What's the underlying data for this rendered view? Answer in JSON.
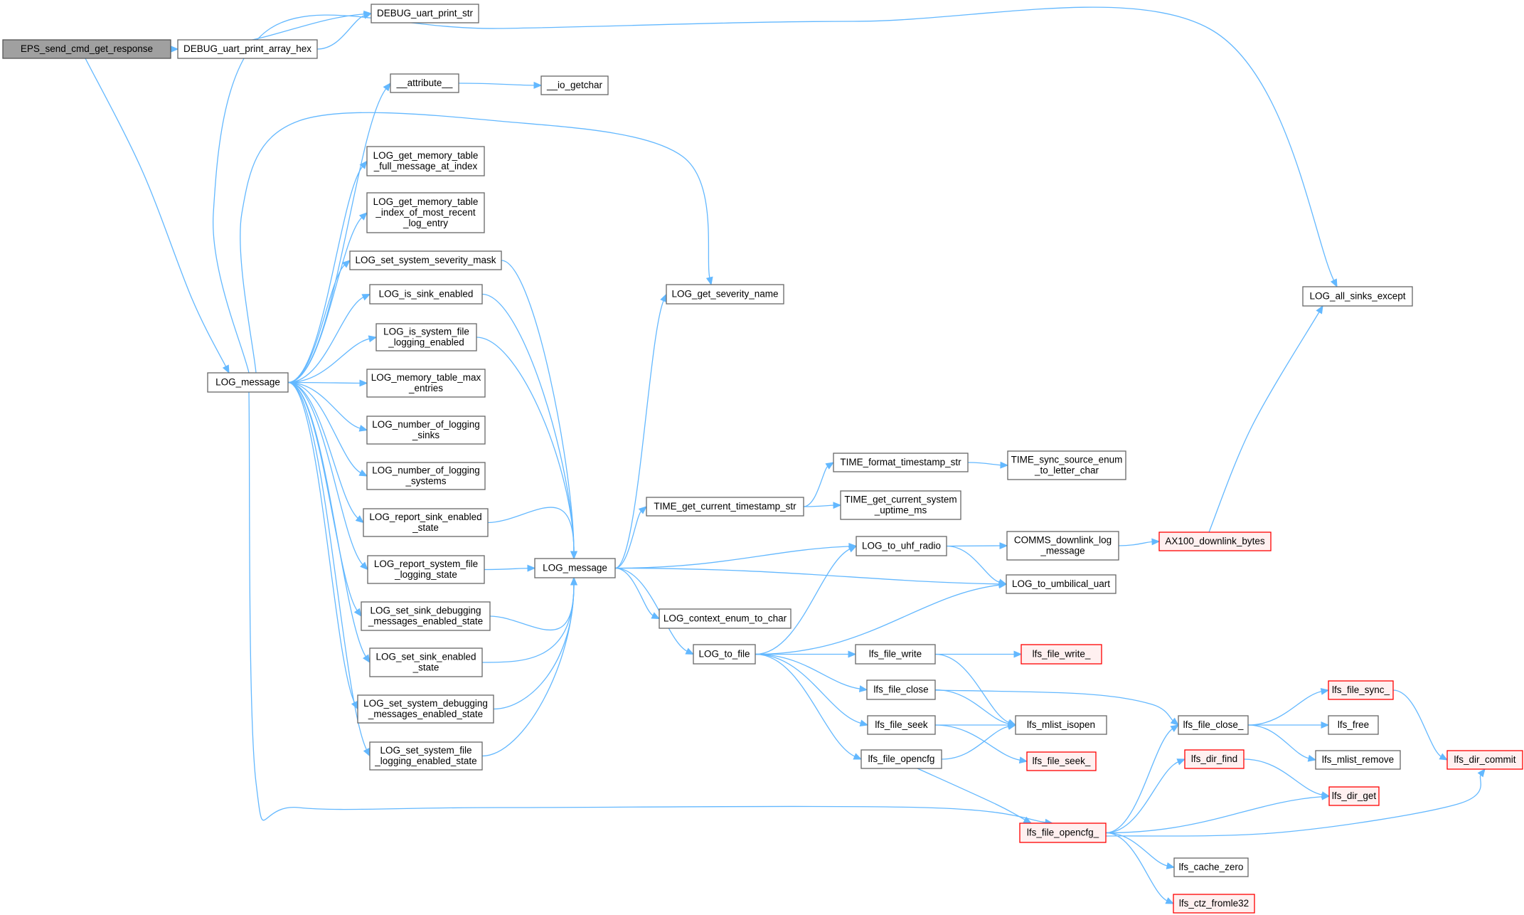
{
  "graph": {
    "colors": {
      "edge": "#63b8ff",
      "root_fill": "#a0a0a0",
      "truncated_border": "#ff0000",
      "node_border": "#666666"
    },
    "nodes": [
      {
        "id": "eps",
        "lines": [
          "EPS_send_cmd_get_response"
        ],
        "style": "root"
      },
      {
        "id": "dbg_array",
        "lines": [
          "DEBUG_uart_print_array_hex"
        ]
      },
      {
        "id": "dbg_str",
        "lines": [
          "DEBUG_uart_print_str"
        ]
      },
      {
        "id": "logmsg1",
        "lines": [
          "LOG_message"
        ]
      },
      {
        "id": "attr",
        "lines": [
          "__attribute__"
        ]
      },
      {
        "id": "getchar",
        "lines": [
          "__io_getchar"
        ]
      },
      {
        "id": "mem_full",
        "lines": [
          "LOG_get_memory_table",
          "_full_message_at_index"
        ]
      },
      {
        "id": "mem_idx",
        "lines": [
          "LOG_get_memory_table",
          "_index_of_most_recent",
          "_log_entry"
        ]
      },
      {
        "id": "sev_mask",
        "lines": [
          "LOG_set_system_severity_mask"
        ]
      },
      {
        "id": "sink_en",
        "lines": [
          "LOG_is_sink_enabled"
        ]
      },
      {
        "id": "sysfile_en",
        "lines": [
          "LOG_is_system_file",
          "_logging_enabled"
        ]
      },
      {
        "id": "mem_max",
        "lines": [
          "LOG_memory_table_max",
          "_entries"
        ]
      },
      {
        "id": "num_sinks",
        "lines": [
          "LOG_number_of_logging",
          "_sinks"
        ]
      },
      {
        "id": "num_sys",
        "lines": [
          "LOG_number_of_logging",
          "_systems"
        ]
      },
      {
        "id": "rep_sink",
        "lines": [
          "LOG_report_sink_enabled",
          "_state"
        ]
      },
      {
        "id": "rep_sysfile",
        "lines": [
          "LOG_report_system_file",
          "_logging_state"
        ]
      },
      {
        "id": "set_sink_dbg",
        "lines": [
          "LOG_set_sink_debugging",
          "_messages_enabled_state"
        ]
      },
      {
        "id": "set_sink_en",
        "lines": [
          "LOG_set_sink_enabled",
          "_state"
        ]
      },
      {
        "id": "set_sys_dbg",
        "lines": [
          "LOG_set_system_debugging",
          "_messages_enabled_state"
        ]
      },
      {
        "id": "set_sysfile",
        "lines": [
          "LOG_set_system_file",
          "_logging_enabled_state"
        ]
      },
      {
        "id": "sev_name",
        "lines": [
          "LOG_get_severity_name"
        ]
      },
      {
        "id": "logmsg2",
        "lines": [
          "LOG_message"
        ]
      },
      {
        "id": "ts_str",
        "lines": [
          "TIME_get_current_timestamp_str"
        ]
      },
      {
        "id": "fmt_ts",
        "lines": [
          "TIME_format_timestamp_str"
        ]
      },
      {
        "id": "sync_src",
        "lines": [
          "TIME_sync_source_enum",
          "_to_letter_char"
        ]
      },
      {
        "id": "uptime",
        "lines": [
          "TIME_get_current_system",
          "_uptime_ms"
        ]
      },
      {
        "id": "uhf",
        "lines": [
          "LOG_to_uhf_radio"
        ]
      },
      {
        "id": "comms",
        "lines": [
          "COMMS_downlink_log",
          "_message"
        ]
      },
      {
        "id": "ax100",
        "lines": [
          "AX100_downlink_bytes"
        ],
        "style": "trunc"
      },
      {
        "id": "all_sinks",
        "lines": [
          "LOG_all_sinks_except"
        ]
      },
      {
        "id": "umb",
        "lines": [
          "LOG_to_umbilical_uart"
        ]
      },
      {
        "id": "ctx_enum",
        "lines": [
          "LOG_context_enum_to_char"
        ]
      },
      {
        "id": "to_file",
        "lines": [
          "LOG_to_file"
        ]
      },
      {
        "id": "fwrite",
        "lines": [
          "lfs_file_write"
        ]
      },
      {
        "id": "fwrite_",
        "lines": [
          "lfs_file_write_"
        ],
        "style": "trunc"
      },
      {
        "id": "fclose",
        "lines": [
          "lfs_file_close"
        ]
      },
      {
        "id": "fseek",
        "lines": [
          "lfs_file_seek"
        ]
      },
      {
        "id": "isopen",
        "lines": [
          "lfs_mlist_isopen"
        ]
      },
      {
        "id": "fseek_",
        "lines": [
          "lfs_file_seek_"
        ],
        "style": "trunc"
      },
      {
        "id": "fopencfg",
        "lines": [
          "lfs_file_opencfg"
        ]
      },
      {
        "id": "fclose_",
        "lines": [
          "lfs_file_close_"
        ]
      },
      {
        "id": "fsync_",
        "lines": [
          "lfs_file_sync_"
        ],
        "style": "trunc"
      },
      {
        "id": "lfree",
        "lines": [
          "lfs_free"
        ]
      },
      {
        "id": "mremove",
        "lines": [
          "lfs_mlist_remove"
        ]
      },
      {
        "id": "dcommit",
        "lines": [
          "lfs_dir_commit"
        ],
        "style": "trunc"
      },
      {
        "id": "dfind",
        "lines": [
          "lfs_dir_find"
        ],
        "style": "trunc"
      },
      {
        "id": "dget",
        "lines": [
          "lfs_dir_get"
        ],
        "style": "trunc"
      },
      {
        "id": "fopencfg_",
        "lines": [
          "lfs_file_opencfg_"
        ],
        "style": "trunc"
      },
      {
        "id": "czero",
        "lines": [
          "lfs_cache_zero"
        ]
      },
      {
        "id": "ctz",
        "lines": [
          "lfs_ctz_fromle32"
        ],
        "style": "trunc"
      }
    ],
    "edges": [
      [
        "eps",
        "dbg_str"
      ],
      [
        "eps",
        "dbg_array"
      ],
      [
        "eps",
        "logmsg1"
      ],
      [
        "dbg_array",
        "dbg_str"
      ],
      [
        "logmsg1",
        "attr"
      ],
      [
        "attr",
        "getchar"
      ],
      [
        "logmsg1",
        "mem_full"
      ],
      [
        "logmsg1",
        "mem_idx"
      ],
      [
        "logmsg1",
        "sev_mask"
      ],
      [
        "logmsg1",
        "sink_en"
      ],
      [
        "logmsg1",
        "sysfile_en"
      ],
      [
        "logmsg1",
        "mem_max"
      ],
      [
        "logmsg1",
        "num_sinks"
      ],
      [
        "logmsg1",
        "num_sys"
      ],
      [
        "logmsg1",
        "rep_sink"
      ],
      [
        "logmsg1",
        "rep_sysfile"
      ],
      [
        "logmsg1",
        "set_sink_dbg"
      ],
      [
        "logmsg1",
        "set_sink_en"
      ],
      [
        "logmsg1",
        "set_sys_dbg"
      ],
      [
        "logmsg1",
        "set_sysfile"
      ],
      [
        "logmsg1",
        "sev_name"
      ],
      [
        "logmsg1",
        "all_sinks"
      ],
      [
        "logmsg1",
        "fopencfg_"
      ],
      [
        "sev_mask",
        "logmsg2"
      ],
      [
        "sink_en",
        "logmsg2"
      ],
      [
        "sysfile_en",
        "logmsg2"
      ],
      [
        "rep_sink",
        "logmsg2"
      ],
      [
        "rep_sysfile",
        "logmsg2"
      ],
      [
        "set_sink_dbg",
        "logmsg2"
      ],
      [
        "set_sink_en",
        "logmsg2"
      ],
      [
        "set_sys_dbg",
        "logmsg2"
      ],
      [
        "set_sysfile",
        "logmsg2"
      ],
      [
        "logmsg2",
        "sev_name"
      ],
      [
        "logmsg2",
        "ts_str"
      ],
      [
        "logmsg2",
        "uhf"
      ],
      [
        "logmsg2",
        "umb"
      ],
      [
        "logmsg2",
        "ctx_enum"
      ],
      [
        "logmsg2",
        "to_file"
      ],
      [
        "ts_str",
        "fmt_ts"
      ],
      [
        "ts_str",
        "uptime"
      ],
      [
        "fmt_ts",
        "sync_src"
      ],
      [
        "uhf",
        "comms"
      ],
      [
        "uhf",
        "umb"
      ],
      [
        "comms",
        "ax100"
      ],
      [
        "ax100",
        "all_sinks"
      ],
      [
        "to_file",
        "uhf"
      ],
      [
        "to_file",
        "umb"
      ],
      [
        "to_file",
        "fwrite"
      ],
      [
        "to_file",
        "fclose"
      ],
      [
        "to_file",
        "fseek"
      ],
      [
        "to_file",
        "fopencfg"
      ],
      [
        "fwrite",
        "fwrite_"
      ],
      [
        "fwrite",
        "isopen"
      ],
      [
        "fclose",
        "isopen"
      ],
      [
        "fclose",
        "fclose_"
      ],
      [
        "fseek",
        "isopen"
      ],
      [
        "fseek",
        "fseek_"
      ],
      [
        "fopencfg",
        "isopen"
      ],
      [
        "fopencfg",
        "fopencfg_"
      ],
      [
        "fclose_",
        "fsync_"
      ],
      [
        "fclose_",
        "lfree"
      ],
      [
        "fclose_",
        "mremove"
      ],
      [
        "fsync_",
        "dcommit"
      ],
      [
        "fopencfg_",
        "fclose_"
      ],
      [
        "fopencfg_",
        "dfind"
      ],
      [
        "fopencfg_",
        "dget"
      ],
      [
        "fopencfg_",
        "dcommit"
      ],
      [
        "fopencfg_",
        "czero"
      ],
      [
        "fopencfg_",
        "ctz"
      ],
      [
        "dfind",
        "dget"
      ]
    ]
  }
}
